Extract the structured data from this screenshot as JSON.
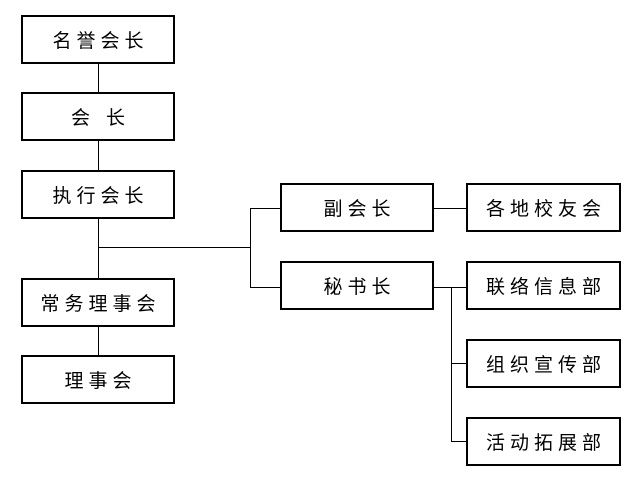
{
  "diagram": {
    "type": "org-chart",
    "background_color": "#ffffff",
    "box_border_color": "#000000",
    "line_color": "#000000",
    "text_color": "#000000",
    "nodes": [
      {
        "id": "honorary-president",
        "label": "名誉会长"
      },
      {
        "id": "president",
        "label": "会 长"
      },
      {
        "id": "executive-president",
        "label": "执行会长"
      },
      {
        "id": "standing-council",
        "label": "常务理事会"
      },
      {
        "id": "council",
        "label": "理事会"
      },
      {
        "id": "vice-president",
        "label": "副会长"
      },
      {
        "id": "local-alumni-associations",
        "label": "各地校友会"
      },
      {
        "id": "secretary-general",
        "label": "秘书长"
      },
      {
        "id": "liaison-information-dept",
        "label": "联络信息部"
      },
      {
        "id": "organization-publicity-dept",
        "label": "组织宣传部"
      },
      {
        "id": "activity-development-dept",
        "label": "活动拓展部"
      }
    ],
    "edges": [
      {
        "from": "honorary-president",
        "to": "president"
      },
      {
        "from": "president",
        "to": "executive-president"
      },
      {
        "from": "executive-president",
        "to": "standing-council"
      },
      {
        "from": "standing-council",
        "to": "council"
      },
      {
        "from": "executive-president",
        "to": "vice-president"
      },
      {
        "from": "executive-president",
        "to": "secretary-general"
      },
      {
        "from": "vice-president",
        "to": "local-alumni-associations"
      },
      {
        "from": "secretary-general",
        "to": "liaison-information-dept"
      },
      {
        "from": "secretary-general",
        "to": "organization-publicity-dept"
      },
      {
        "from": "secretary-general",
        "to": "activity-development-dept"
      }
    ]
  }
}
